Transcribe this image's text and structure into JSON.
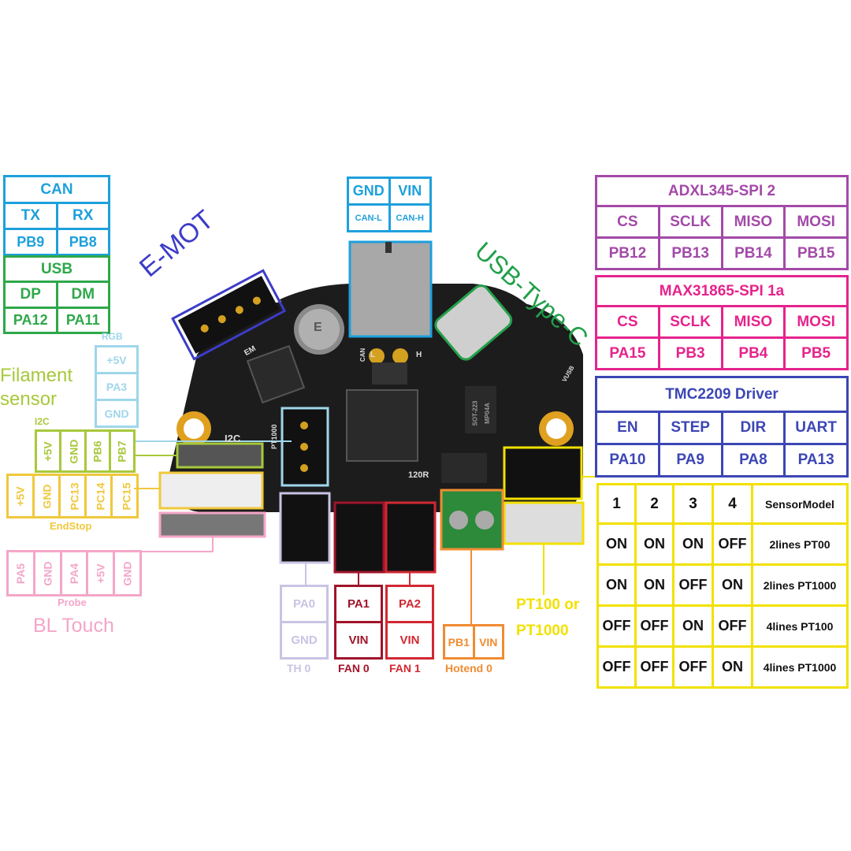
{
  "colors": {
    "can": "#1ea0dc",
    "usb": "#2ea84a",
    "emot": "#3c3cc8",
    "usbc": "#22a04a",
    "adxl": "#a34aa8",
    "max": "#e6238c",
    "tmc": "#3c46b4",
    "sensor": "#f2e100",
    "filament": "#a8c83c",
    "rgb": "#9fd6ea",
    "endstop": "#f0c83c",
    "probe": "#f4a6c8",
    "th0": "#c8c4e4",
    "fan0": "#a0142a",
    "fan1": "#d22832",
    "hotend": "#f08c32",
    "board": "#1c1c1c"
  },
  "can_table": {
    "title": "CAN",
    "tx": "TX",
    "rx": "RX",
    "tx_pin": "PB9",
    "rx_pin": "PB8"
  },
  "usb_table": {
    "title": "USB",
    "dp": "DP",
    "dm": "DM",
    "dp_pin": "PA12",
    "dm_pin": "PA11"
  },
  "can_conn": {
    "gnd": "GND",
    "vin": "VIN",
    "canl": "CAN-L",
    "canh": "CAN-H"
  },
  "emot_label": "E-MOT",
  "usbc_label": "USB-Type-C",
  "adxl": {
    "title": "ADXL345-SPI 2",
    "headers": [
      "CS",
      "SCLK",
      "MISO",
      "MOSI"
    ],
    "pins": [
      "PB12",
      "PB13",
      "PB14",
      "PB15"
    ]
  },
  "max31865": {
    "title": "MAX31865-SPI 1a",
    "headers": [
      "CS",
      "SCLK",
      "MISO",
      "MOSI"
    ],
    "pins": [
      "PA15",
      "PB3",
      "PB4",
      "PB5"
    ]
  },
  "tmc": {
    "title": "TMC2209 Driver",
    "headers": [
      "EN",
      "STEP",
      "DIR",
      "UART"
    ],
    "pins": [
      "PA10",
      "PA9",
      "PA8",
      "PA13"
    ]
  },
  "sensor": {
    "headers": [
      "1",
      "2",
      "3",
      "4",
      "SensorModel"
    ],
    "rows": [
      [
        "ON",
        "ON",
        "ON",
        "OFF",
        "2lines PT00"
      ],
      [
        "ON",
        "ON",
        "OFF",
        "ON",
        "2lines PT1000"
      ],
      [
        "OFF",
        "OFF",
        "ON",
        "OFF",
        "4lines PT100"
      ],
      [
        "OFF",
        "OFF",
        "OFF",
        "ON",
        "4lines PT1000"
      ]
    ]
  },
  "pt_label": {
    "line1": "PT100 or",
    "line2": "PT1000"
  },
  "filament": {
    "line1": "Filament",
    "line2": "sensor"
  },
  "rgb": {
    "title": "RGB",
    "pins": [
      "+5V",
      "PA3",
      "GND"
    ]
  },
  "i2c": {
    "title": "I2C",
    "pins": [
      "+5V",
      "GND",
      "PB6",
      "PB7"
    ]
  },
  "endstop": {
    "title": "EndStop",
    "pins": [
      "+5V",
      "GND",
      "PC13",
      "PC14",
      "PC15"
    ]
  },
  "probe": {
    "title": "Probe",
    "pins": [
      "PA5",
      "GND",
      "PA4",
      "+5V",
      "GND"
    ],
    "label": "BL Touch"
  },
  "th0": {
    "title": "TH 0",
    "pins": [
      "PA0",
      "GND"
    ]
  },
  "fan0": {
    "title": "FAN 0",
    "pins": [
      "PA1",
      "VIN"
    ]
  },
  "fan1": {
    "title": "FAN 1",
    "pins": [
      "PA2",
      "VIN"
    ]
  },
  "hotend": {
    "title": "Hotend 0",
    "pins": [
      "PB1",
      "VIN"
    ]
  },
  "board_marks": {
    "i2c": "I2C",
    "pt1000": "PT1000",
    "r120": "120R",
    "em": "EM",
    "can": "CAN",
    "l": "L",
    "h": "H",
    "vusb": "VUSB",
    "chip": "SOT-223",
    "chip2": "MP04A",
    "cap": "E"
  }
}
